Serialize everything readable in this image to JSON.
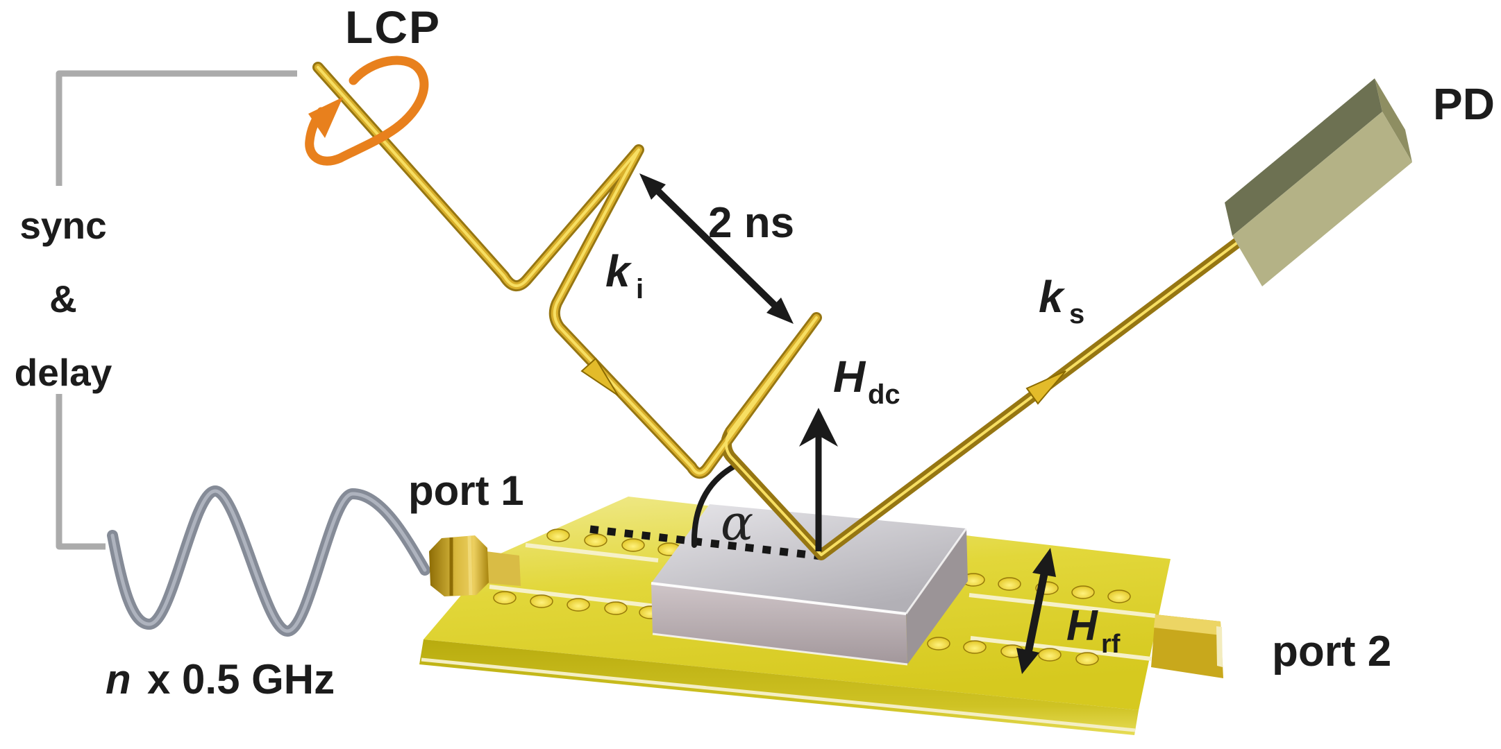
{
  "figure": {
    "title_semantic": "Time-resolved Brillouin light scattering experiment schematic",
    "labels": {
      "lcp": "LCP",
      "sync_line1": "sync",
      "sync_line2": "&",
      "sync_line3": "delay",
      "port1": "port 1",
      "freq_n": "n",
      "freq_rest": "x 0.5 GHz",
      "pulse_spacing": "2 ns",
      "ki_main": "k",
      "ki_sub": "i",
      "hdc_main": "H",
      "hdc_sub": "dc",
      "alpha": "α",
      "ks_main": "k",
      "ks_sub": "s",
      "hrf_main": "H",
      "hrf_sub": "rf",
      "pd": "PD",
      "port2": "port 2"
    },
    "colors": {
      "orange_accent": "#e8801d",
      "beam_gold_dark": "#967612",
      "beam_gold_mid": "#d9af2b",
      "beam_gold_light": "#f7df63",
      "plate_gold": "#e2d73a",
      "plate_front": "#c3b714",
      "cable_gray": "#858b97",
      "bracket_gray": "#ababab",
      "sample_gray": "#c9c7cc",
      "pd_olive_dark": "#6d7152",
      "pd_olive_light": "#b4b286",
      "text_black": "#1c1c1c"
    }
  }
}
